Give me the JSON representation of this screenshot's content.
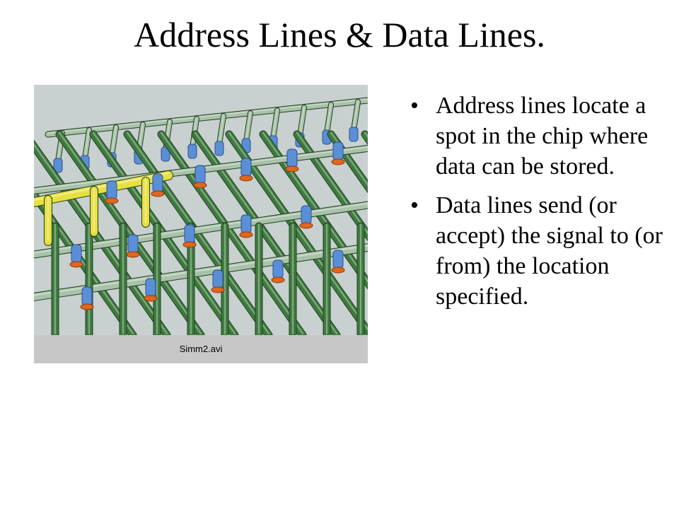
{
  "slide": {
    "title": "Address Lines & Data Lines."
  },
  "media": {
    "caption": "Simm2.avi",
    "colors": {
      "background": "#c8d0d0",
      "data_pipe": "#3e7a3e",
      "address_pipe": "#a9c2a9",
      "connector": "#5a8fd8",
      "clamp": "#e0661e",
      "highlight": "#e8e040",
      "caption_bar": "#c7c7c7"
    }
  },
  "bullets": [
    {
      "marker": "•",
      "text": "Address lines locate a spot in the chip where data can be stored."
    },
    {
      "marker": "•",
      "text": "Data lines send (or accept) the signal to (or from) the location specified."
    }
  ]
}
